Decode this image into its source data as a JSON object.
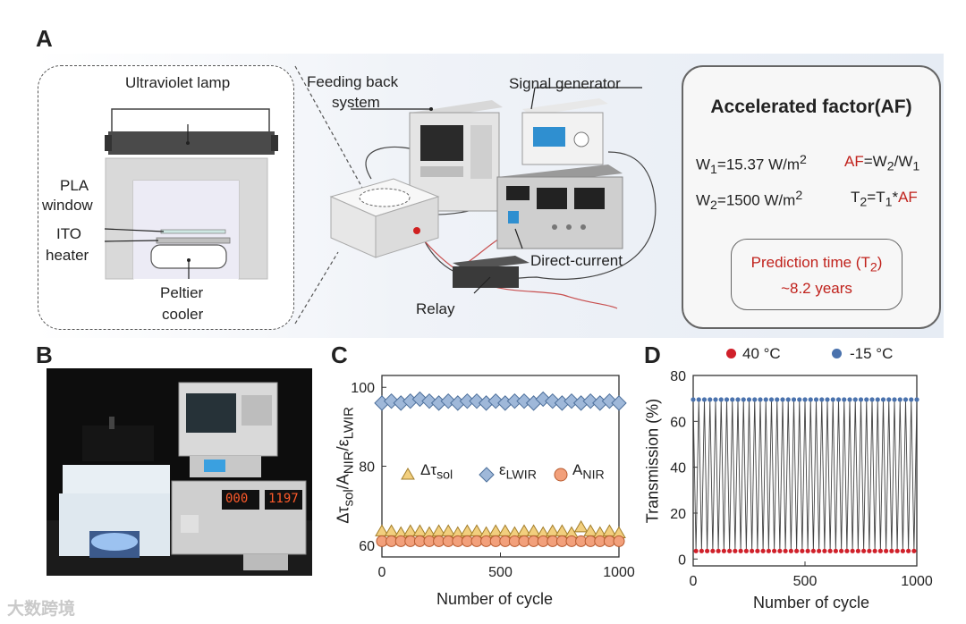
{
  "panels": {
    "a": "A",
    "b": "B",
    "c": "C",
    "d": "D"
  },
  "setup_labels": {
    "uv_lamp": "Ultraviolet lamp",
    "pla_window_1": "PLA",
    "pla_window_2": "window",
    "ito_heater_1": "ITO",
    "ito_heater_2": "heater",
    "peltier_1": "Peltier",
    "peltier_2": "cooler",
    "feeding_1": "Feeding back",
    "feeding_2": "system",
    "signal_generator": "Signal generator",
    "direct_current": "Direct-current",
    "relay": "Relay"
  },
  "af_box": {
    "title": "Accelerated factor(AF)",
    "w1_prefix": "W",
    "w1_sub": "1",
    "w1_value": "=15.37 W/m",
    "w1_sup": "2",
    "w2_prefix": "W",
    "w2_sub": "2",
    "w2_value": "=1500 W/m",
    "w2_sup": "2",
    "af_eq_af": "AF",
    "af_eq_rest": "=W",
    "af_eq_sub2": "2",
    "af_eq_div": "/W",
    "af_eq_sub1": "1",
    "t2_eq_t": "T",
    "t2_eq_sub2": "2",
    "t2_eq_mid": "=T",
    "t2_eq_sub1": "1",
    "t2_eq_star": "*",
    "t2_eq_af": "AF",
    "prediction_prefix": "Prediction time (T",
    "prediction_sub": "2",
    "prediction_suffix": ")",
    "prediction_value": "~8.2 years"
  },
  "photo_display": {
    "left": "000",
    "right": "1197"
  },
  "watermark": "大数跨境",
  "chart_data": [
    {
      "id": "C",
      "type": "scatter",
      "xlabel": "Number of cycle",
      "ylabel_parts": [
        "Δτ",
        "sol",
        "/A",
        "NIR",
        "/ε",
        "LWIR"
      ],
      "xlim": [
        0,
        1000
      ],
      "ylim": [
        57,
        103
      ],
      "xticks": [
        0,
        500,
        1000
      ],
      "yticks": [
        60,
        80,
        100
      ],
      "legend": [
        {
          "symbol": "Δτ",
          "sub": "sol",
          "color": "#f2cf7e"
        },
        {
          "symbol": "ε",
          "sub": "LWIR",
          "color": "#9fb8d9"
        },
        {
          "symbol": "A",
          "sub": "NIR",
          "color": "#f2a07b"
        }
      ],
      "series": [
        {
          "marker": "diamond",
          "color": "#9fb8d9",
          "stroke": "#4c6f9b",
          "x": [
            0,
            40,
            80,
            120,
            160,
            200,
            240,
            280,
            320,
            360,
            400,
            440,
            480,
            520,
            560,
            600,
            640,
            680,
            720,
            760,
            800,
            840,
            880,
            920,
            960,
            1000
          ],
          "y": [
            96,
            96.5,
            96,
            96.5,
            97,
            96.5,
            96,
            96.5,
            96,
            96.5,
            96.5,
            96,
            96.5,
            96,
            96.5,
            96.5,
            96,
            97,
            96.5,
            96,
            96.5,
            96,
            96.5,
            96,
            96.5,
            96
          ]
        },
        {
          "marker": "triangle",
          "color": "#f2cf7e",
          "stroke": "#a27d2a",
          "x": [
            0,
            40,
            80,
            120,
            160,
            200,
            240,
            280,
            320,
            360,
            400,
            440,
            480,
            520,
            560,
            600,
            640,
            680,
            720,
            760,
            800,
            840,
            880,
            920,
            960,
            1000
          ],
          "y": [
            63.5,
            63.5,
            63,
            63.5,
            63.5,
            63,
            63.5,
            63.5,
            63,
            63.5,
            63.5,
            63,
            63.5,
            63.5,
            63,
            63.5,
            63.5,
            63,
            63.5,
            63.5,
            63,
            64.5,
            63.5,
            63,
            63.5,
            63
          ]
        },
        {
          "marker": "circle",
          "color": "#f2a07b",
          "stroke": "#b85a2e",
          "x": [
            0,
            40,
            80,
            120,
            160,
            200,
            240,
            280,
            320,
            360,
            400,
            440,
            480,
            520,
            560,
            600,
            640,
            680,
            720,
            760,
            800,
            840,
            880,
            920,
            960,
            1000
          ],
          "y": [
            61,
            61,
            61,
            61,
            61,
            61,
            61,
            61,
            61,
            61,
            61,
            61,
            61,
            61,
            61,
            61,
            61,
            61,
            61,
            61,
            61,
            61,
            61,
            61,
            61,
            61
          ]
        }
      ]
    },
    {
      "id": "D",
      "type": "line",
      "xlabel": "Number of cycle",
      "ylabel": "Transmission (%)",
      "xlim": [
        0,
        1000
      ],
      "ylim": [
        -3,
        80
      ],
      "xticks": [
        0,
        500,
        1000
      ],
      "yticks": [
        0,
        20,
        40,
        60,
        80
      ],
      "legend": [
        {
          "label": "40 °C",
          "color": "#d0202a"
        },
        {
          "label": "-15 °C",
          "color": "#4a72ad"
        }
      ],
      "cycles": 40,
      "high_value": 69.5,
      "low_value": 3.5
    }
  ]
}
